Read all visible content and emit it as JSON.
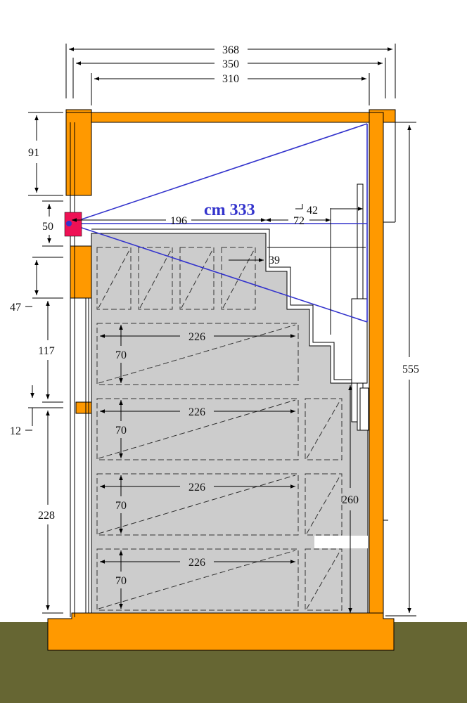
{
  "colors": {
    "wall": "#FF9900",
    "ground": "#666633",
    "fill": "#CCCCCC",
    "sight": "#3333CC",
    "lens": "#EE1155",
    "line": "#000000"
  },
  "dimensions": {
    "top_outer": "368",
    "top_mid": "350",
    "top_inner": "310",
    "left_top": "91",
    "left_window": "50",
    "left_lintel": "47",
    "left_mid": "117",
    "left_sill": "12",
    "left_bottom": "228",
    "right_height": "555",
    "right_lower": "260",
    "step_196": "196",
    "step_72": "72",
    "step_42": "42",
    "step_39": "39",
    "projection": "cm 333"
  },
  "seat_rows": [
    {
      "width": "226",
      "depth": "70"
    },
    {
      "width": "226",
      "depth": "70"
    },
    {
      "width": "226",
      "depth": "70"
    },
    {
      "width": "226",
      "depth": "70"
    }
  ]
}
